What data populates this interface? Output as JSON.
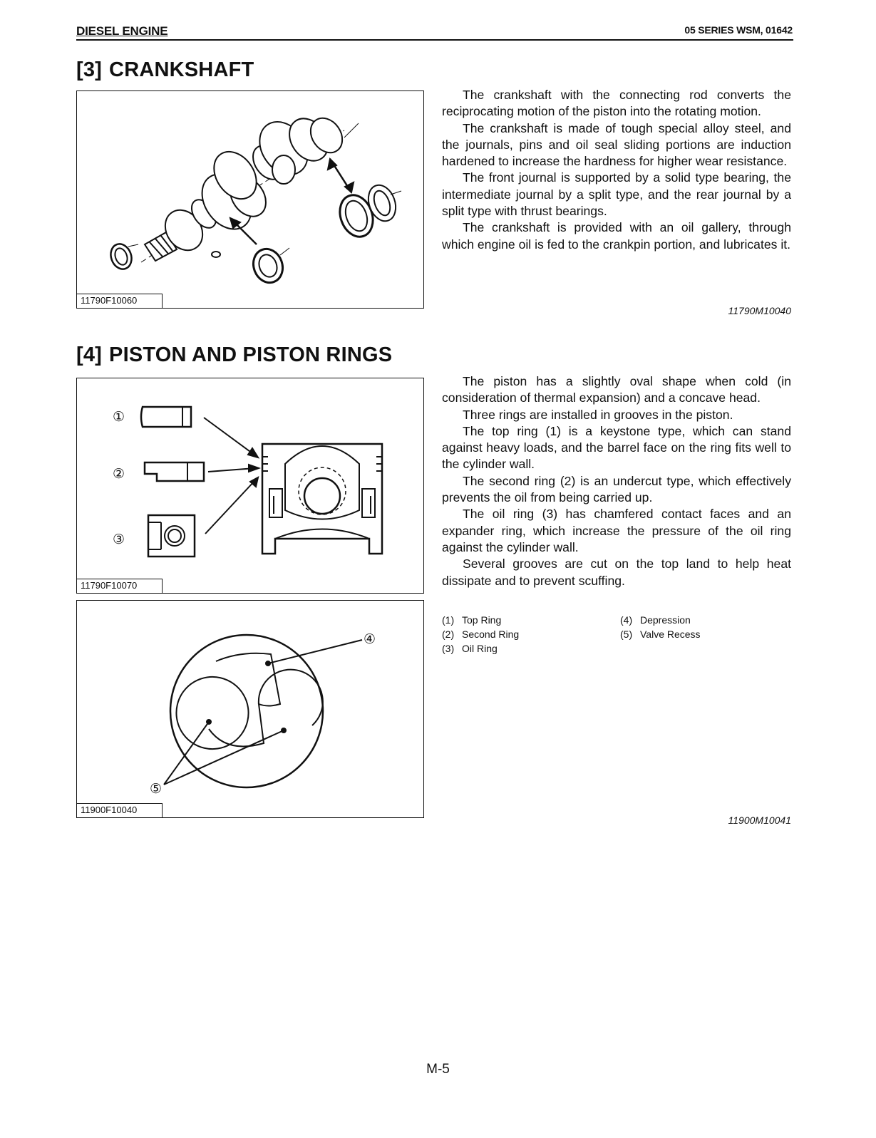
{
  "header": {
    "left": "DIESEL ENGINE",
    "right": "05 SERIES WSM, 01642"
  },
  "sections": [
    {
      "number": "[3]",
      "title": "CRANKSHAFT",
      "figures": [
        {
          "code": "11790F10060"
        }
      ],
      "paragraphs": [
        "The crankshaft with the connecting rod converts the reciprocating motion of the piston into the rotating motion.",
        "The crankshaft is made of tough special alloy steel, and the journals, pins and oil seal sliding portions are induction hardened to increase the hardness for higher wear resistance.",
        "The front journal is supported by a solid type bearing, the intermediate journal by a split type, and the rear journal by a split type with thrust bearings.",
        "The crankshaft is provided with an oil gallery, through which engine oil is fed to the crankpin portion, and lubricates it."
      ],
      "reference": "11790M10040"
    },
    {
      "number": "[4]",
      "title": "PISTON AND PISTON RINGS",
      "figures": [
        {
          "code": "11790F10070",
          "callouts": [
            "①",
            "②",
            "③"
          ]
        },
        {
          "code": "11900F10040",
          "callouts": [
            "④",
            "⑤"
          ]
        }
      ],
      "paragraphs": [
        "The piston has a slightly oval shape when cold (in consideration of thermal expansion) and a concave head.",
        "Three rings are installed in grooves in the piston.",
        "The top ring (1) is a keystone type, which can stand against heavy loads, and the barrel face on the ring fits well to the cylinder wall.",
        "The second ring (2) is an undercut type, which effectively prevents the oil from being carried up.",
        "The oil ring (3) has chamfered contact faces and an expander ring, which increase the pressure of the oil ring against the cylinder wall.",
        "Several grooves are cut on the top land to help heat dissipate and to prevent scuffing."
      ],
      "legend": [
        {
          "num": "(1)",
          "label": "Top Ring"
        },
        {
          "num": "(2)",
          "label": "Second Ring"
        },
        {
          "num": "(3)",
          "label": "Oil Ring"
        },
        {
          "num": "(4)",
          "label": "Depression"
        },
        {
          "num": "(5)",
          "label": "Valve Recess"
        }
      ],
      "reference": "11900M10041"
    }
  ],
  "footer": {
    "page": "M-5"
  }
}
